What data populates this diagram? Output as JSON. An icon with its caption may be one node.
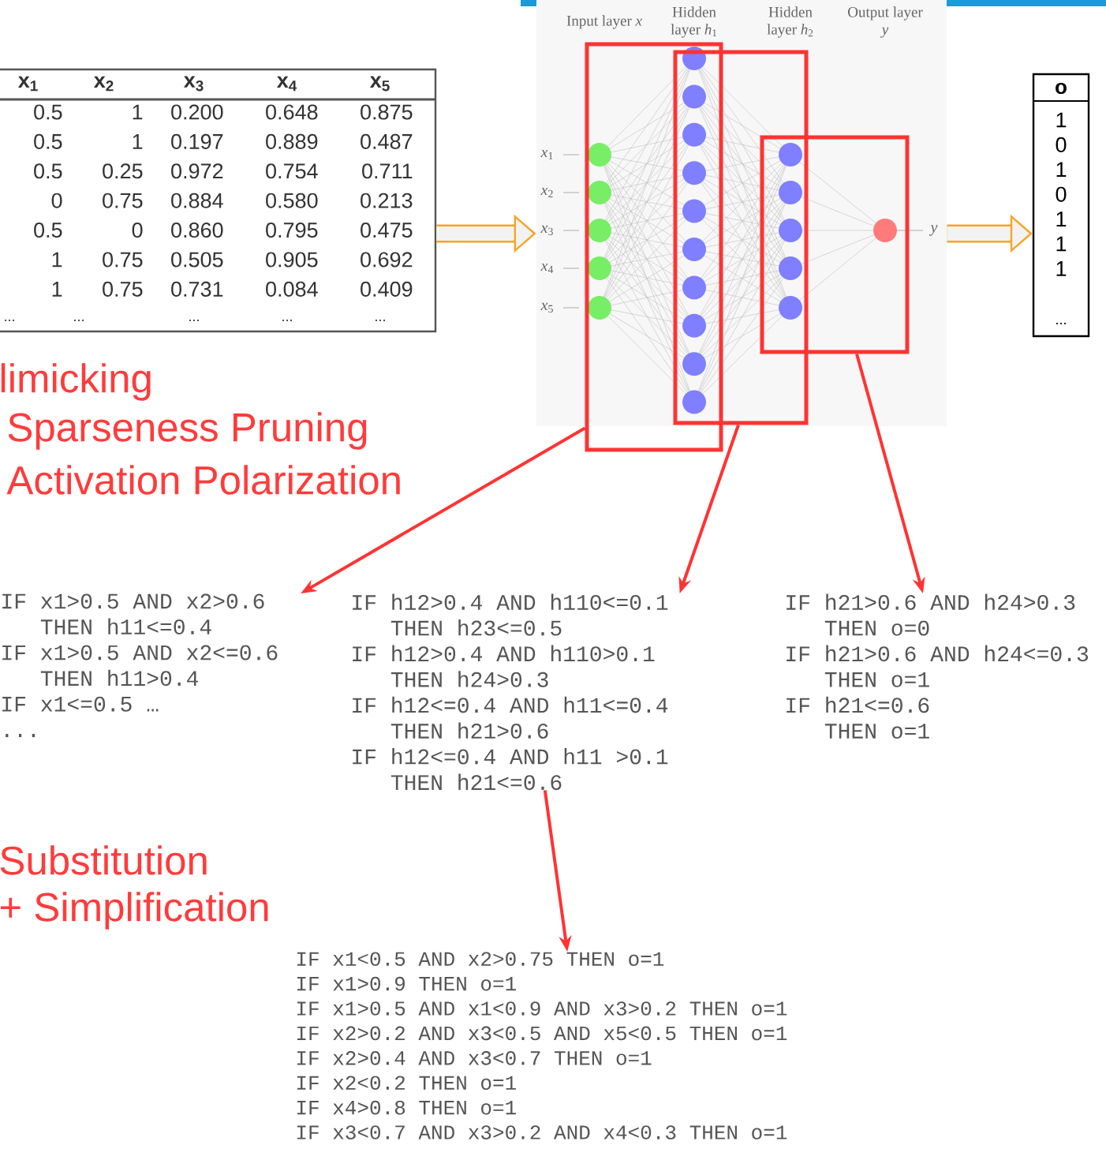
{
  "diagram": {
    "nodes": [
      {
        "text": [
          "x$_{1}$",
          "x$_{2}$",
          "x$_{3}$",
          "x$_{4}$",
          "x$_{5}$",
          "0.5",
          "1",
          "0.200",
          "0.648",
          "0.875",
          "0.5",
          "1",
          "0.197",
          "0.889",
          "0.487",
          "0.5",
          "0.25",
          "0.972",
          "0.754",
          "0.711",
          "0",
          "0.75",
          "0.884",
          "0.580",
          "0.213",
          "0.5",
          "0",
          "0.860",
          "0.795",
          "0.475",
          "1",
          "0.75",
          "0.505",
          "0.905",
          "0.692",
          "1",
          "0.75",
          "0.731",
          "0.084",
          "0.409",
          "...",
          "...",
          "...",
          "...",
          "..."
        ]
      },
      {
        "text": [],
        "shape": "picture"
      },
      {
        "text": [],
        "shape": "box"
      },
      {
        "text": [],
        "shape": "box",
        "in": 1
      },
      {
        "text": [],
        "shape": "box",
        "in": 1
      },
      {
        "text": [
          "o",
          "1",
          "0",
          "1",
          "0",
          "1",
          "1",
          "1",
          "..."
        ]
      },
      {
        "text": [
          "IF x1>0.5 AND x2>0.6 THEN h11<=0.4",
          "IF x1>0.5 AND x2<=0.6 THEN h11>0.4",
          "IF x1<=0.5 …",
          "..."
        ]
      },
      {
        "text": [
          "IF h12>0.4 AND h110<=0.1 THEN h23<=0.5",
          "IF h12>0.4 AND h110>0.1 THEN h24>0.3",
          "IF h12<=0.4 AND h11<=0.4 THEN h21>0.6",
          "IF h12<=0.4 AND h11 >0.1 THEN h21<=0.6"
        ]
      },
      {
        "text": [
          "IF h21>0.6 AND h24>0.3 THEN o=0",
          "IF h21>0.6 AND h24<=0.3 THEN o=1",
          "IF h21<=0.6 THEN o=1"
        ]
      },
      {
        "text": [
          "IF x1<0.5 AND x2>0.75 THEN o=1",
          "IF x1>0.9 THEN o=1",
          "IF x1>0.5 AND x1<0.9 AND x3>0.2 THEN o=1",
          "IF x2>0.2 AND x3<0.5 AND x5<0.5 THEN o=1",
          "IF x2>0.4 AND x3<0.7 THEN o=1",
          "IF x2<0.2 THEN o=1",
          "IF x4>0.8 THEN o=1",
          "IF x3<0.7 AND x3>0.2 AND x4<0.3 THEN o=1"
        ]
      }
    ],
    "edges": [
      {
        "from": 0,
        "to": 1,
        "arrow": "to",
        "style": "thick",
        "color": "#f5a623"
      },
      {
        "from": 1,
        "to": 5,
        "arrow": "to",
        "style": "thick",
        "color": "#f5a623"
      },
      {
        "from": 2,
        "to": 6,
        "arrow": "to"
      },
      {
        "from": 3,
        "to": 7,
        "arrow": "to"
      },
      {
        "from": 4,
        "to": 8,
        "arrow": "to"
      },
      {
        "from": 7,
        "to": 9,
        "arrow": "to"
      }
    ],
    "labels": [
      "Input layer *x*",
      "Hidden layer *h*$_{1}$",
      "Hidden layer *h*$_{2}$",
      "Output layer *y*",
      "*x*$_{1}$",
      "*x*$_{2}$",
      "*x*$_{3}$",
      "*x*$_{4}$",
      "*x*$_{5}$",
      "y",
      "limicking",
      "Sparseness Pruning",
      "Activation Polarization",
      "Substitution",
      "+ Simplification"
    ]
  }
}
